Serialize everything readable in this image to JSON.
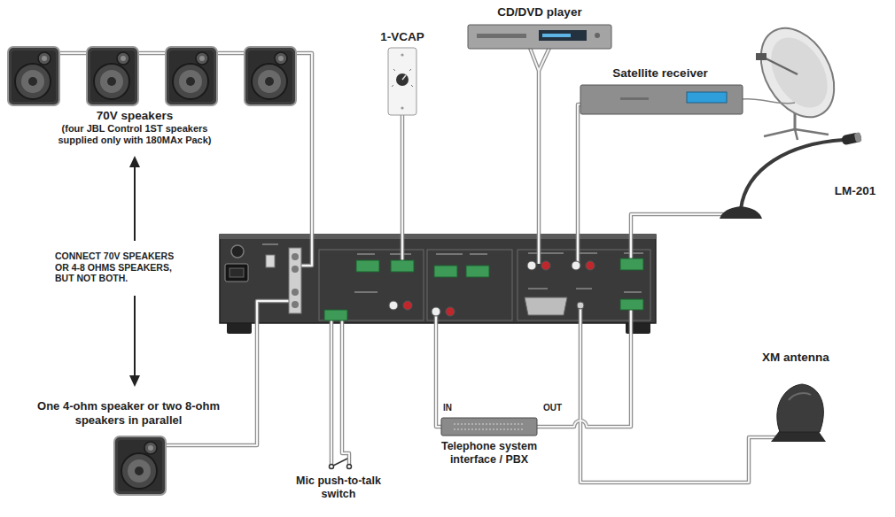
{
  "diagram": {
    "nodes": [
      {
        "text": [
          "70V speakers",
          "(four JBL Control 1ST speakers supplied only with 180MAx Pack)"
        ]
      },
      {
        "text": [
          "1-VCAP"
        ]
      },
      {
        "text": [
          "CD/DVD player"
        ]
      },
      {
        "text": [
          "Satellite receiver"
        ]
      },
      {
        "text": [
          "LM-201"
        ]
      },
      {
        "text": [
          "XM antenna"
        ]
      },
      {
        "text": [
          "One 4-ohm speaker or two 8-ohm speakers in parallel"
        ]
      },
      {
        "text": [
          "Telephone system interface / PBX"
        ]
      },
      {
        "text": [
          "Mic push-to-talk switch"
        ]
      }
    ],
    "labels": [
      "CONNECT 70V SPEAKERS OR 4-8 OHMS SPEAKERS, BUT NOT BOTH.",
      "IN",
      "OUT"
    ]
  }
}
